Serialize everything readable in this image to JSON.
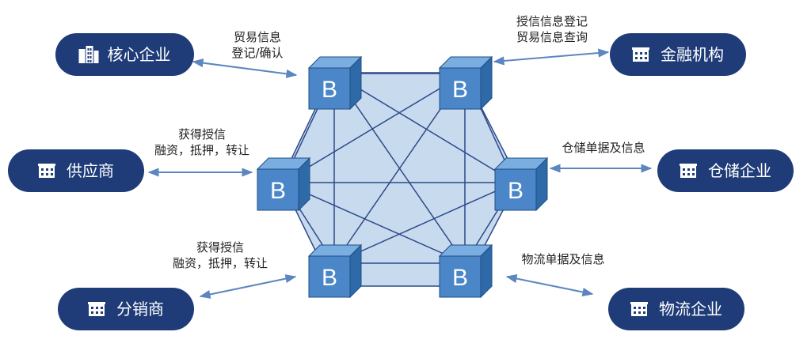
{
  "node_letter": "B",
  "colors": {
    "pill": "#1f3c78",
    "cube_front": "#4a86c8",
    "cube_top": "#7aaee0",
    "cube_side": "#2f6aa8",
    "hexagon_fill": "#c8daee",
    "network_line": "#2c4a8a",
    "arrow": "#5b86c0",
    "text": "#222222"
  },
  "entities": [
    {
      "id": "core",
      "label": "核心企业",
      "icon": "office-building-icon"
    },
    {
      "id": "finance",
      "label": "金融机构",
      "icon": "building-icon"
    },
    {
      "id": "supplier",
      "label": "供应商",
      "icon": "building-icon"
    },
    {
      "id": "warehouse",
      "label": "仓储企业",
      "icon": "building-icon"
    },
    {
      "id": "distributor",
      "label": "分销商",
      "icon": "building-icon"
    },
    {
      "id": "logistics",
      "label": "物流企业",
      "icon": "building-icon"
    }
  ],
  "edge_labels": [
    {
      "id": "core",
      "lines": [
        "贸易信息",
        "登记/确认"
      ]
    },
    {
      "id": "finance",
      "lines": [
        "授信信息登记",
        "贸易信息查询"
      ]
    },
    {
      "id": "supplier",
      "lines": [
        "获得授信",
        "融资，抵押，转让"
      ]
    },
    {
      "id": "warehouse",
      "lines": [
        "仓储单据及信息"
      ]
    },
    {
      "id": "distributor",
      "lines": [
        "获得授信",
        "融资，抵押，转让"
      ]
    },
    {
      "id": "logistics",
      "lines": [
        "物流单据及信息"
      ]
    }
  ]
}
